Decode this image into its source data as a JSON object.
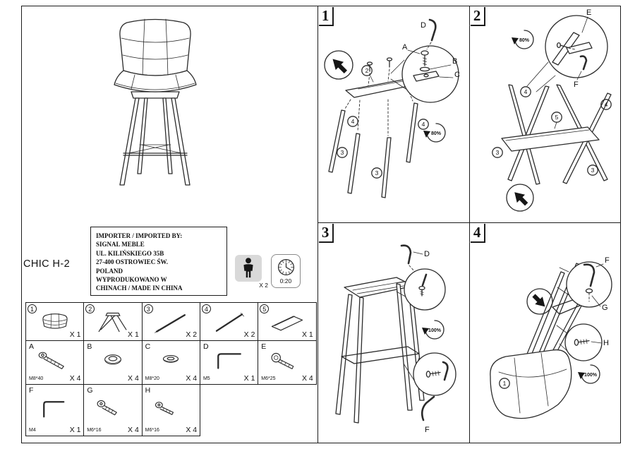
{
  "colors": {
    "ink": "#1c1c1c",
    "person_icon_bg": "#d9d9d9"
  },
  "product": {
    "name": "CHIC H-2"
  },
  "importer": {
    "line1": "IMPORTER / IMPORTED BY:",
    "line2": "SIGNAL MEBLE",
    "line3": "UL. KILIŃSKIEGO 35B",
    "line4": "27-400 OSTROWIEC ŚW.",
    "line5": "POLAND",
    "line6": "WYPRODUKOWANO W",
    "line7": "CHINACH / MADE IN CHINA"
  },
  "meta": {
    "assembly_persons": "X 2",
    "assembly_time": "0:20"
  },
  "parts_table": {
    "numbered": [
      {
        "label": "1",
        "part": "seat",
        "qty": "X 1"
      },
      {
        "label": "2",
        "part": "leg-cross-frame",
        "qty": "X 1"
      },
      {
        "label": "3",
        "part": "leg-rod",
        "qty": "X 2"
      },
      {
        "label": "4",
        "part": "leg-rod",
        "qty": "X 2"
      },
      {
        "label": "5",
        "part": "footrest-frame",
        "qty": "X 1"
      }
    ],
    "hardware": [
      {
        "label": "A",
        "part": "hex-socket-bolt",
        "size": "M8*40",
        "qty": "X 4"
      },
      {
        "label": "B",
        "part": "dome-washer",
        "size": "",
        "qty": "X 4"
      },
      {
        "label": "C",
        "part": "flat-washer",
        "size": "M8*20",
        "qty": "X 4"
      },
      {
        "label": "D",
        "part": "allen-key",
        "size": "M5",
        "qty": "X 1"
      },
      {
        "label": "E",
        "part": "hex-socket-bolt",
        "size": "M6*25",
        "qty": "X 4"
      },
      {
        "label": "F",
        "part": "allen-key",
        "size": "M4",
        "qty": "X 1"
      },
      {
        "label": "G",
        "part": "hex-socket-bolt",
        "size": "M6*16",
        "qty": "X 4"
      },
      {
        "label": "H",
        "part": "hex-socket-bolt",
        "size": "M6*16",
        "qty": "X 4"
      }
    ]
  },
  "steps": {
    "step1": {
      "number": "1",
      "torque_label": "80%",
      "part_refs": {
        "cross_frame": "2",
        "leg_left": "4",
        "leg_mid_left": "3",
        "leg_mid": "3",
        "leg_right": "4"
      },
      "hardware_refs": {
        "key": "D",
        "bolt": "A",
        "washer": "B",
        "bracket": "C"
      }
    },
    "step2": {
      "number": "2",
      "torque_label": "80%",
      "part_refs": {
        "leg_front_left": "4",
        "leg_front_right": "4",
        "footrest_frame": "5",
        "leg_back_left": "3",
        "leg_back_right": "3"
      },
      "hardware_refs": {
        "bolt": "E",
        "key": "F"
      }
    },
    "step3": {
      "number": "3",
      "torque_label": "100%",
      "hardware_refs": {
        "key_top": "D",
        "key_bottom": "F"
      }
    },
    "step4": {
      "number": "4",
      "torque_label": "100%",
      "part_refs": {
        "seat": "1"
      },
      "hardware_refs": {
        "key": "F",
        "bolt_upper": "G",
        "bolt_lower": "H"
      }
    }
  }
}
